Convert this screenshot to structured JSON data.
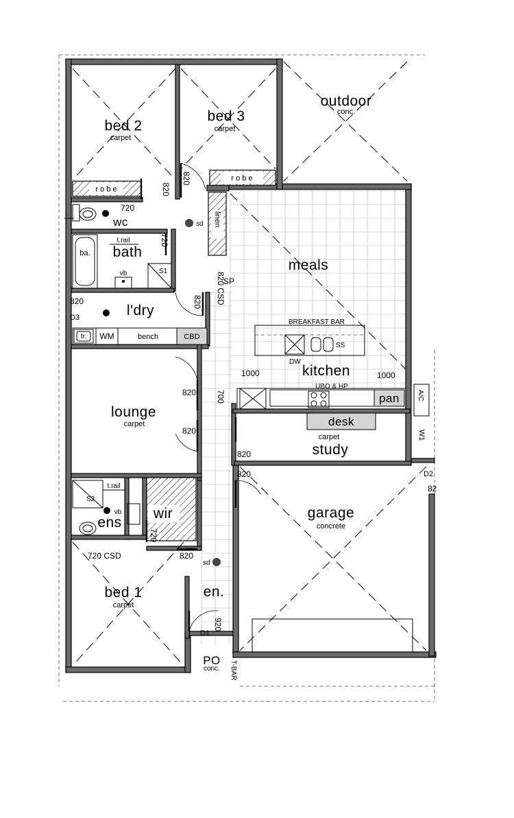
{
  "rooms": {
    "bed2": {
      "name": "bed 2",
      "floor": "carpet"
    },
    "bed3": {
      "name": "bed 3",
      "floor": "carpet"
    },
    "outdoor": {
      "name": "outdoor",
      "floor": "conc."
    },
    "meals": {
      "name": "meals"
    },
    "kitchen": {
      "name": "kitchen"
    },
    "bath": {
      "name": "bath"
    },
    "wc": {
      "name": "wc"
    },
    "laundry": {
      "name": "l'dry"
    },
    "lounge": {
      "name": "lounge",
      "floor": "carpet"
    },
    "study": {
      "name": "study",
      "floor": "carpet"
    },
    "garage": {
      "name": "garage",
      "floor": "concrete"
    },
    "ens": {
      "name": "ens"
    },
    "wir": {
      "name": "wir"
    },
    "bed1": {
      "name": "bed 1",
      "floor": "carpet"
    },
    "entry": {
      "name": "en."
    },
    "porch": {
      "name": "PO",
      "floor": "conc."
    }
  },
  "fixtures": {
    "robe_bed2": "r o b e",
    "robe_bed3": "r o b e",
    "linen": "linen",
    "bath_tub": "ba.",
    "towel_rail_bath": "t.rail",
    "towel_rail_ens": "t.rail",
    "vanity_bath": "vb",
    "vanity_ens": "vb",
    "shower_bath": "S1",
    "shower_ens": "S2",
    "trough": "tr.",
    "washing_machine": "WM",
    "bench": "bench",
    "cbd": "CBD",
    "breakfast_bar": "BREAKFAST BAR",
    "sink": "SS",
    "dishwasher": "DW",
    "cooktop": "UBO & HP",
    "pantry": "pan",
    "desk": "desk",
    "aircon": "A/C",
    "smoke_detector_1": "sd",
    "smoke_detector_2": "sd",
    "splashback": "SP",
    "tbar": "T-BAR"
  },
  "dimensions": {
    "d_bed2_door": "820",
    "d_bed3_door": "820",
    "d_wc_door": "720",
    "d_bath_door": "720",
    "d_linen_csd": "820 CSD",
    "d_ldry_door": "820",
    "d_ldry_left": "820",
    "d_lounge_1": "820",
    "d_lounge_2": "820",
    "d_study_1": "820",
    "d_study_2": "820",
    "d_kitchen_left": "1000",
    "d_kitchen_right": "1000",
    "d_700": "700",
    "d_ens_csd": "720 CSD",
    "d_ens_door": "720",
    "d_bed1_door": "820",
    "d_entry_door": "920",
    "d_garage": "82"
  },
  "openings": {
    "d1": "D1",
    "d2": "D2",
    "d3": "D3",
    "w1": "W1"
  }
}
